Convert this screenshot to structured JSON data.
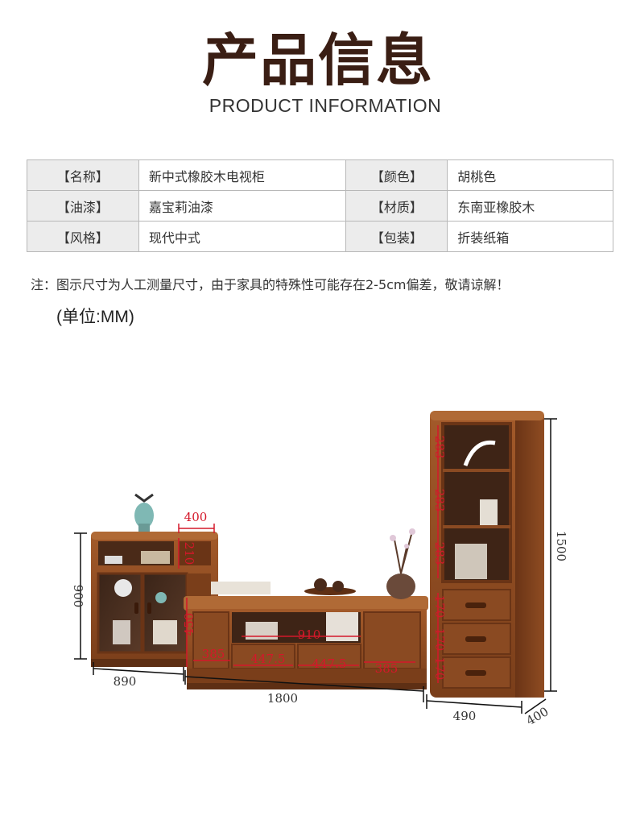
{
  "header": {
    "title_cn": "产品信息",
    "title_en": "PRODUCT INFORMATION"
  },
  "specs": [
    {
      "label1": "【名称】",
      "value1": "新中式橡胶木电视柜",
      "label2": "【颜色】",
      "value2": "胡桃色"
    },
    {
      "label1": "【油漆】",
      "value1": "嘉宝莉油漆",
      "label2": "【材质】",
      "value2": "东南亚橡胶木"
    },
    {
      "label1": "【风格】",
      "value1": "现代中式",
      "label2": "【包装】",
      "value2": "折装纸箱"
    }
  ],
  "note": "注：图示尺寸为人工测量尺寸，由于家具的特殊性可能存在2-5cm偏差，敬请谅解！",
  "unit": "(单位:MM)",
  "dimensions": {
    "left_cabinet_height": "900",
    "left_cabinet_width": "890",
    "left_cabinet_top_depth": "400",
    "left_cabinet_shelf": "210",
    "tv_stand_width": "1800",
    "tv_stand_height": "450",
    "tv_stand_opening": "910",
    "tv_drawer_1": "385",
    "tv_drawer_2": "447.5",
    "tv_drawer_3": "447.5",
    "tv_drawer_4": "385",
    "tower_height": "1500",
    "tower_width": "490",
    "tower_depth": "400",
    "tower_shelf_1": "283",
    "tower_shelf_2": "283",
    "tower_shelf_3": "283",
    "tower_drawer_1": "170",
    "tower_drawer_2": "170",
    "tower_drawer_3": "170"
  },
  "colors": {
    "title": "#3a1e14",
    "wood": "#8a4a22",
    "wood_dark": "#5e2f14",
    "dimension_red": "#d4182a",
    "label_bg": "#ececec"
  }
}
